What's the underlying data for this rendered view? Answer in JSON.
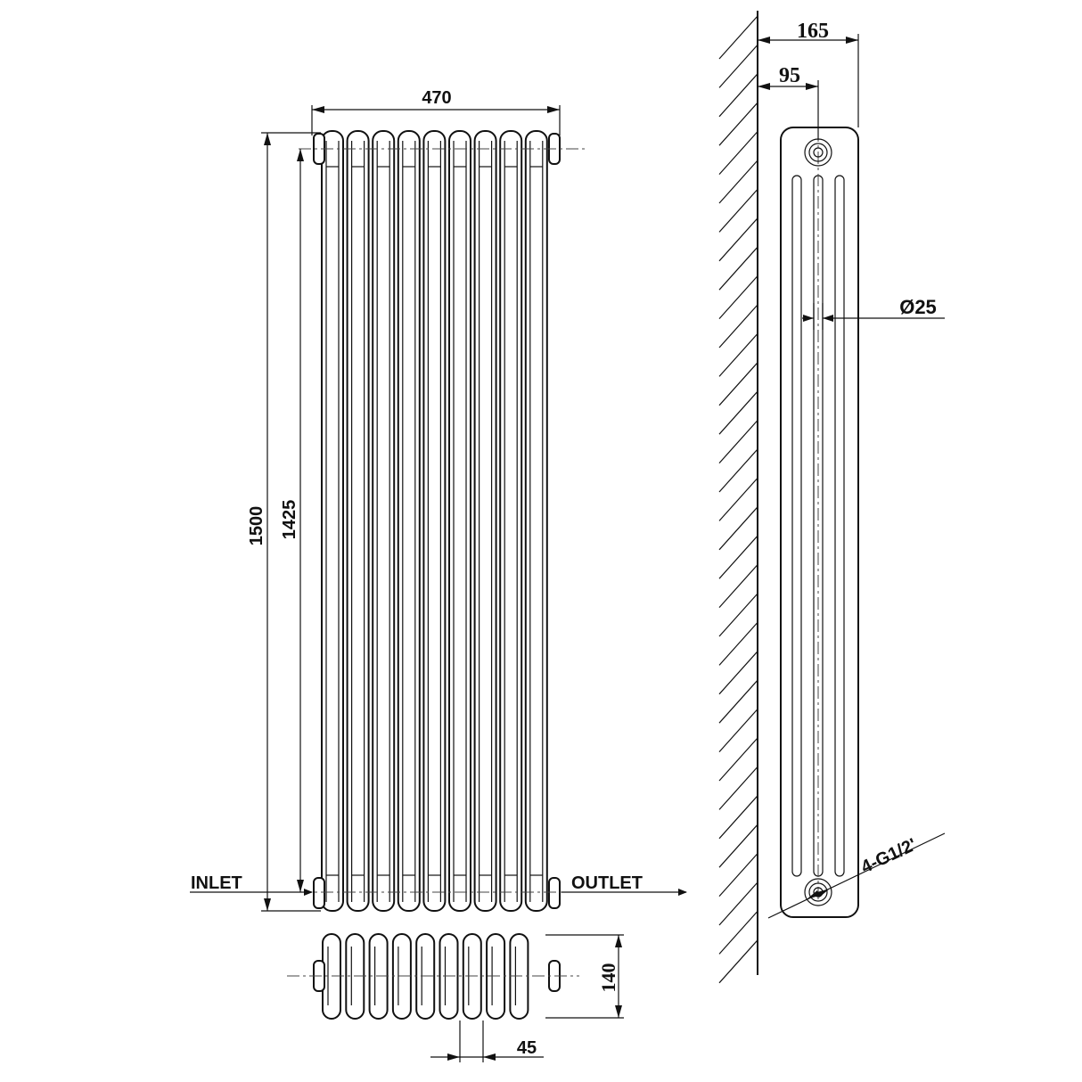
{
  "front_view": {
    "width_label": "470",
    "height_label": "1500",
    "centers_label": "1425",
    "inlet_label": "INLET",
    "outlet_label": "OUTLET"
  },
  "top_view": {
    "depth_label": "140",
    "pitch_label": "45"
  },
  "side_view": {
    "overall_depth_label": "165",
    "wall_offset_label": "95",
    "tube_diameter_label": "Ø25",
    "connection_label": "4-G1/2'"
  }
}
